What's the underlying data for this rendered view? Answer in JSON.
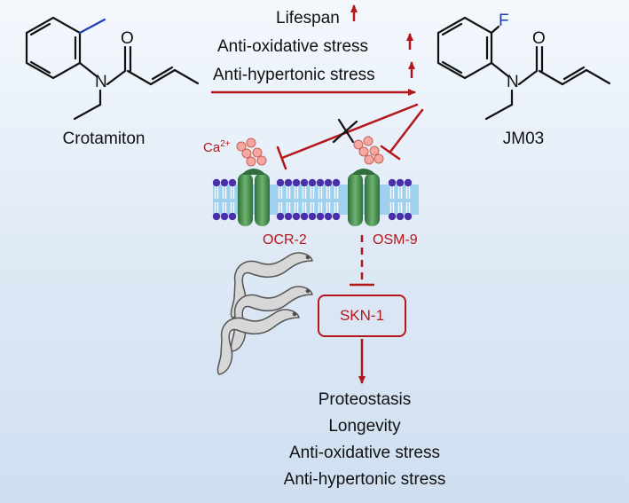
{
  "left_compound": {
    "name": "Crotamiton"
  },
  "right_compound": {
    "name": "JM03",
    "substituent": "F"
  },
  "carbonyl_atom": "O",
  "amine_atom": "N",
  "top_effects": [
    "Lifespan",
    "Anti-oxidative stress",
    "Anti-hypertonic stress"
  ],
  "ion": {
    "base": "Ca",
    "charge": "2+"
  },
  "channels": [
    "OCR-2",
    "OSM-9"
  ],
  "transcription_factor": "SKN-1",
  "bottom_effects": [
    "Proteostasis",
    "Longevity",
    "Anti-oxidative stress",
    "Anti-hypertonic stress"
  ],
  "colors": {
    "accent_red": "#b3161b",
    "channel_green": "#3f8a4a",
    "lipid_head": "#4b2fa8",
    "bilayer_fill": "#9fd0ee",
    "methyl_bond": "#1f3fb0",
    "fluorine": "#1f3fb0"
  }
}
